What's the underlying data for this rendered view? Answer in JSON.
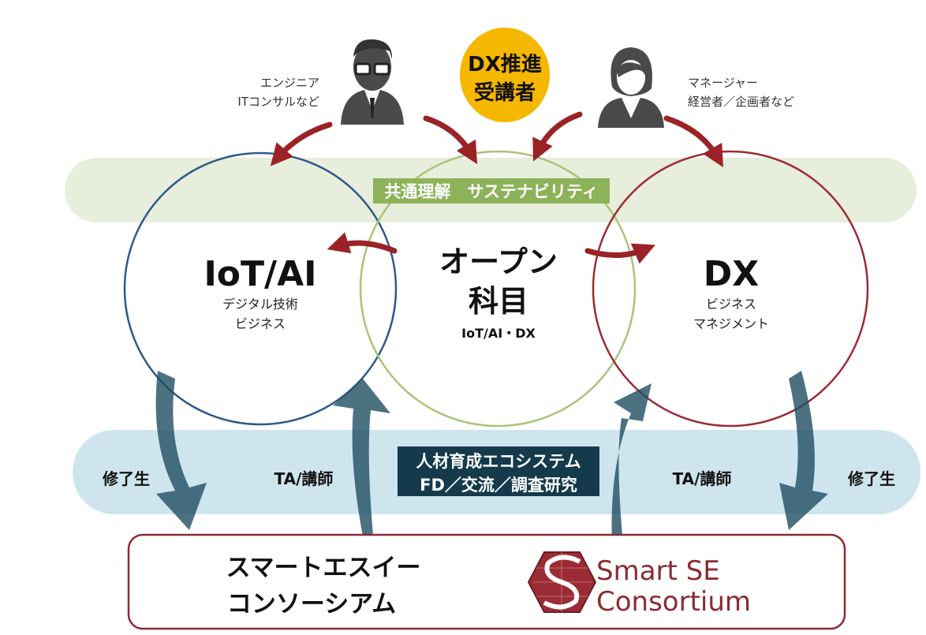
{
  "audience": {
    "center_badge": {
      "line1": "DX推進",
      "line2": "受講者",
      "color": "#f5b700"
    },
    "left": {
      "line1": "エンジニア",
      "line2": "ITコンサルなど",
      "icon": "man-with-glasses-icon"
    },
    "right": {
      "line1": "マネージャー",
      "line2": "経営者／企画者など",
      "icon": "woman-icon"
    }
  },
  "top_band": {
    "label": "共通理解　サステナビリティ",
    "color": "#8db35a"
  },
  "circles": {
    "left": {
      "title": "IoT/AI",
      "sub1": "デジタル技術",
      "sub2": "ビジネス",
      "color": "#2e5a8a"
    },
    "center": {
      "title1": "オープン",
      "title2": "科目",
      "sub": "IoT/AI・DX",
      "color": "#a9c47a"
    },
    "right": {
      "title": "DX",
      "sub1": "ビジネス",
      "sub2": "マネジメント",
      "color": "#9b2c35"
    }
  },
  "bottom_band": {
    "label1": "人材育成エコシステム",
    "label2": "FD／交流／調査研究",
    "left_out": "修了生",
    "left_in": "TA/講師",
    "right_in": "TA/講師",
    "right_out": "修了生"
  },
  "consortium": {
    "name1": "スマートエスイー",
    "name2": "コンソーシアム",
    "logo_line1": "Smart SE",
    "logo_line2": "Consortium",
    "color": "#8b2b33"
  }
}
